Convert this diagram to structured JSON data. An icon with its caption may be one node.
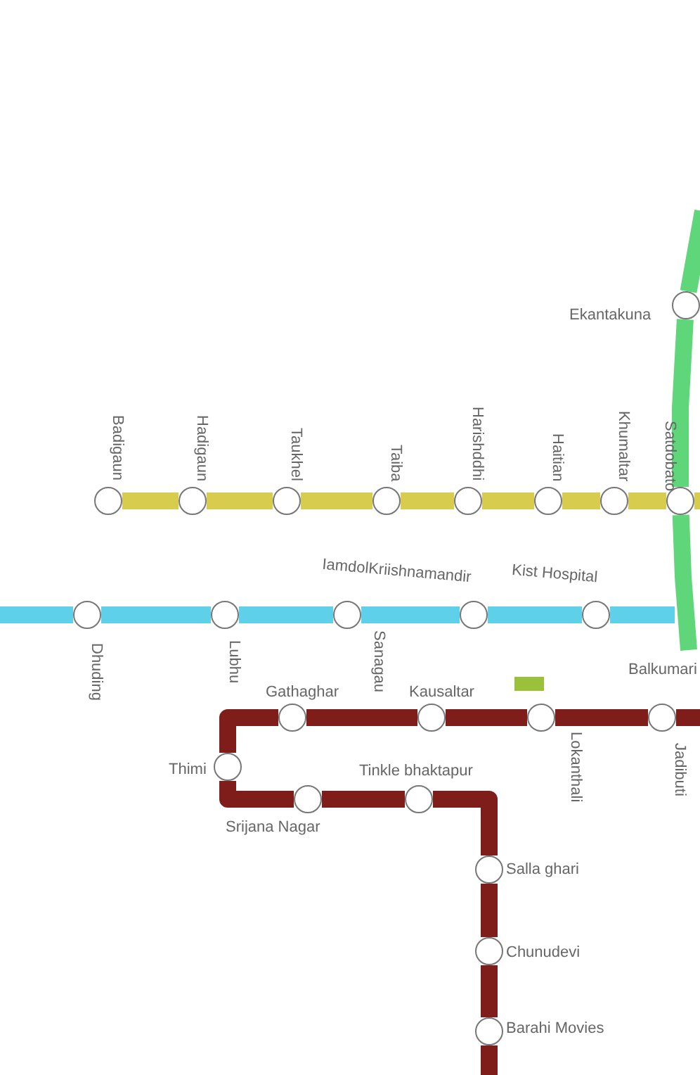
{
  "diagram": {
    "nodes": [
      {
        "text": [
          "Ekantakuna"
        ]
      },
      {
        "text": [
          "Badigaun"
        ]
      },
      {
        "text": [
          "Hadigaun"
        ]
      },
      {
        "text": [
          "Taukhel"
        ]
      },
      {
        "text": [
          "Taiba"
        ]
      },
      {
        "text": [
          "Harishddhi"
        ]
      },
      {
        "text": [
          "Haitian"
        ]
      },
      {
        "text": [
          "Khumaltar"
        ]
      },
      {
        "text": [
          "Satdobato"
        ]
      },
      {
        "text": [
          "Dhuding"
        ]
      },
      {
        "text": [
          "Lubhu"
        ]
      },
      {
        "text": [
          "Sanagau"
        ]
      },
      {
        "text": [
          "IamdolKriishnamandir"
        ]
      },
      {
        "text": [
          "Kist Hospital"
        ]
      },
      {
        "text": [
          "Gathaghar"
        ]
      },
      {
        "text": [
          "Kausaltar"
        ]
      },
      {
        "text": [
          "Lokanthali"
        ]
      },
      {
        "text": [
          "Jadibuti"
        ]
      },
      {
        "text": [
          "Thimi"
        ]
      },
      {
        "text": [
          "Srijana Nagar"
        ]
      },
      {
        "text": [
          "Tinkle bhaktapur"
        ]
      },
      {
        "text": [
          "Salla ghari"
        ]
      },
      {
        "text": [
          "Chunudevi"
        ]
      },
      {
        "text": [
          "Barahi Movies"
        ]
      },
      {
        "text": [
          "Balkumari"
        ]
      }
    ],
    "edges": [
      {
        "from": null,
        "to": 0,
        "arrow": "none",
        "color": "#5fd67a"
      },
      {
        "from": 0,
        "to": 8,
        "arrow": "none",
        "color": "#5fd67a"
      },
      {
        "from": 8,
        "to": 24,
        "arrow": "none",
        "color": "#5fd67a"
      },
      {
        "from": 1,
        "to": 2,
        "arrow": "none",
        "color": "#d8cc4e"
      },
      {
        "from": 2,
        "to": 3,
        "arrow": "none",
        "color": "#d8cc4e"
      },
      {
        "from": 3,
        "to": 4,
        "arrow": "none",
        "color": "#d8cc4e"
      },
      {
        "from": 4,
        "to": 5,
        "arrow": "none",
        "color": "#d8cc4e"
      },
      {
        "from": 5,
        "to": 6,
        "arrow": "none",
        "color": "#d8cc4e"
      },
      {
        "from": 6,
        "to": 7,
        "arrow": "none",
        "color": "#d8cc4e"
      },
      {
        "from": 7,
        "to": 8,
        "arrow": "none",
        "color": "#d8cc4e"
      },
      {
        "from": 8,
        "to": null,
        "arrow": "none",
        "color": "#d8cc4e"
      },
      {
        "from": null,
        "to": 9,
        "arrow": "none",
        "color": "#5fd0ea"
      },
      {
        "from": 9,
        "to": 10,
        "arrow": "none",
        "color": "#5fd0ea"
      },
      {
        "from": 10,
        "to": 11,
        "arrow": "none",
        "color": "#5fd0ea"
      },
      {
        "from": 11,
        "to": 12,
        "arrow": "none",
        "color": "#5fd0ea"
      },
      {
        "from": 12,
        "to": 13,
        "arrow": "none",
        "color": "#5fd0ea"
      },
      {
        "from": 13,
        "to": null,
        "arrow": "none",
        "color": "#5fd0ea"
      },
      {
        "from": null,
        "to": 17,
        "arrow": "none"
      },
      {
        "from": 17,
        "to": 16,
        "arrow": "none"
      },
      {
        "from": 16,
        "to": 15,
        "arrow": "none"
      },
      {
        "from": 15,
        "to": 14,
        "arrow": "none"
      },
      {
        "from": 14,
        "to": 18,
        "arrow": "none"
      },
      {
        "from": 18,
        "to": 19,
        "arrow": "none"
      },
      {
        "from": 19,
        "to": 20,
        "arrow": "none"
      },
      {
        "from": 20,
        "to": 21,
        "arrow": "none"
      },
      {
        "from": 21,
        "to": 22,
        "arrow": "none"
      },
      {
        "from": 22,
        "to": 23,
        "arrow": "none"
      },
      {
        "from": 23,
        "to": null,
        "arrow": "none"
      }
    ]
  }
}
